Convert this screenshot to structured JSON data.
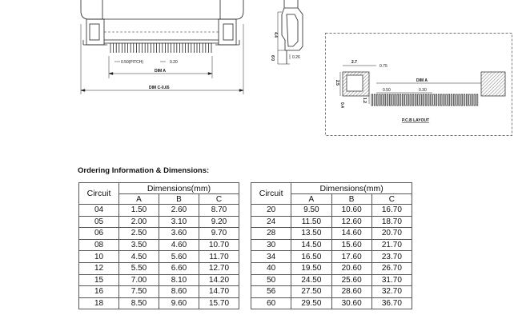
{
  "drawing": {
    "pitch_label": "0.50(PITCH)",
    "dim_020": "0.20",
    "dim_a": "DIM A",
    "dim_c": "DIM C-0.65",
    "side_44": "4.4",
    "side_09": "0.9",
    "side_026": "0.26",
    "pcb_27": "2.7",
    "pcb_075": "0.75",
    "pcb_dima": "DIM A",
    "pcb_050": "0.50",
    "pcb_030": "0.30",
    "pcb_25": "2.5",
    "pcb_12": "1.2",
    "pcb_04": "0.4",
    "pcb_layout": "P.C.B LAYOUT"
  },
  "ordering": {
    "title": "Ordering Information & Dimensions:",
    "circuit_header": "Circuit",
    "dims_header": "Dimensions(mm)",
    "col_a": "A",
    "col_b": "B",
    "col_c": "C",
    "left_rows": [
      [
        "04",
        "1.50",
        "2.60",
        "8.70"
      ],
      [
        "05",
        "2.00",
        "3.10",
        "9.20"
      ],
      [
        "06",
        "2.50",
        "3.60",
        "9.70"
      ],
      [
        "08",
        "3.50",
        "4.60",
        "10.70"
      ],
      [
        "10",
        "4.50",
        "5.60",
        "11.70"
      ],
      [
        "12",
        "5.50",
        "6.60",
        "12.70"
      ],
      [
        "15",
        "7.00",
        "8.10",
        "14.20"
      ],
      [
        "16",
        "7.50",
        "8.60",
        "14.70"
      ],
      [
        "18",
        "8.50",
        "9.60",
        "15.70"
      ]
    ],
    "right_rows": [
      [
        "20",
        "9.50",
        "10.60",
        "16.70"
      ],
      [
        "24",
        "11.50",
        "12.60",
        "18.70"
      ],
      [
        "28",
        "13.50",
        "14.60",
        "20.70"
      ],
      [
        "30",
        "14.50",
        "15.60",
        "21.70"
      ],
      [
        "34",
        "16.50",
        "17.60",
        "23.70"
      ],
      [
        "40",
        "19.50",
        "20.60",
        "26.70"
      ],
      [
        "50",
        "24.50",
        "25.60",
        "31.70"
      ],
      [
        "56",
        "27.50",
        "28.60",
        "32.70"
      ],
      [
        "60",
        "29.50",
        "30.60",
        "36.70"
      ]
    ]
  }
}
